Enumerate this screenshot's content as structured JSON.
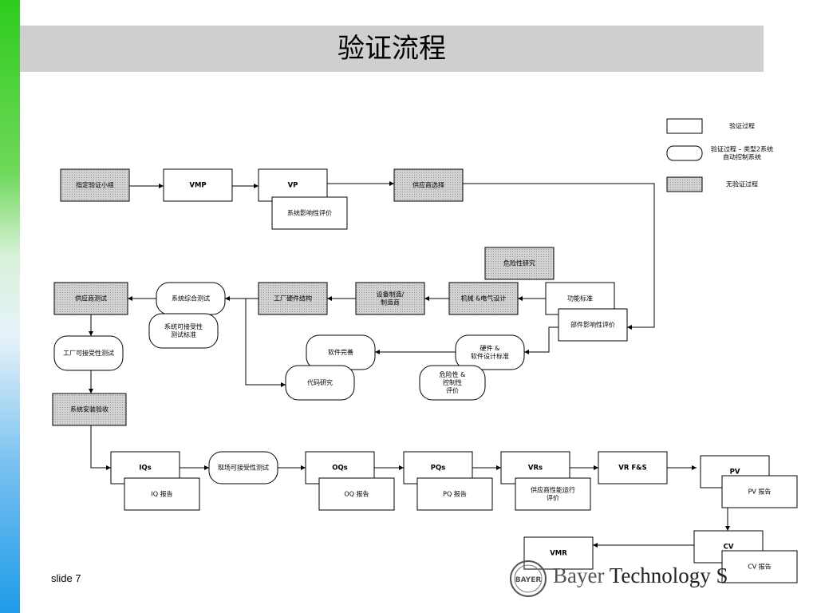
{
  "title": "验证流程",
  "slide_label": "slide 7",
  "brand": {
    "logo_text": "BAYER",
    "name_word1": "Bayer",
    "name_word2": "Technology S"
  },
  "legend": [
    {
      "label": "验证过程",
      "style": "rect"
    },
    {
      "label": "验证过程 – 类型2系统\n自动控制系统",
      "style": "rounded"
    },
    {
      "label": "无验证过程",
      "style": "shaded"
    }
  ],
  "nodes": [
    {
      "id": "n1",
      "label": "指定验证小组",
      "style": "shaded"
    },
    {
      "id": "n2",
      "label": "VMP",
      "style": "rect",
      "bold": true
    },
    {
      "id": "n3",
      "label": "VP",
      "style": "rect",
      "bold": true
    },
    {
      "id": "n4",
      "label": "系统影响性评价",
      "style": "rect"
    },
    {
      "id": "n5",
      "label": "供应商选择",
      "style": "shaded"
    },
    {
      "id": "n6",
      "label": "危险性研究",
      "style": "shaded"
    },
    {
      "id": "n7",
      "label": "功能标准",
      "style": "rect"
    },
    {
      "id": "n8",
      "label": "部件影响性评价",
      "style": "rect"
    },
    {
      "id": "n9",
      "label": "机械 &电气设计",
      "style": "shaded"
    },
    {
      "id": "n10",
      "label": "设备制造/\n制造商",
      "style": "shaded"
    },
    {
      "id": "n11",
      "label": "工厂硬件结构",
      "style": "shaded"
    },
    {
      "id": "n12",
      "label": "系统综合测试",
      "style": "rounded"
    },
    {
      "id": "n13",
      "label": "系统可接受性\n测试标准",
      "style": "rounded"
    },
    {
      "id": "n14",
      "label": "供应商测试",
      "style": "shaded"
    },
    {
      "id": "n15",
      "label": "工厂可接受性测试",
      "style": "rounded"
    },
    {
      "id": "n16",
      "label": "硬件 &\n软件设计标准",
      "style": "rounded"
    },
    {
      "id": "n17",
      "label": "危险性 &\n控制性\n评价",
      "style": "rounded"
    },
    {
      "id": "n18",
      "label": "软件完善",
      "style": "rounded"
    },
    {
      "id": "n19",
      "label": "代码研究",
      "style": "rounded"
    },
    {
      "id": "n20",
      "label": "系统安装验收",
      "style": "shaded"
    },
    {
      "id": "n21",
      "label": "IQs",
      "style": "rect",
      "bold": true
    },
    {
      "id": "n22",
      "label": "IQ 报告",
      "style": "rect"
    },
    {
      "id": "n23",
      "label": "现场可接受性测试",
      "style": "rounded"
    },
    {
      "id": "n24",
      "label": "OQs",
      "style": "rect",
      "bold": true
    },
    {
      "id": "n25",
      "label": "OQ 报告",
      "style": "rect"
    },
    {
      "id": "n26",
      "label": "PQs",
      "style": "rect",
      "bold": true
    },
    {
      "id": "n27",
      "label": "PQ 报告",
      "style": "rect"
    },
    {
      "id": "n28",
      "label": "VRs",
      "style": "rect",
      "bold": true
    },
    {
      "id": "n29",
      "label": "供应商性能运行\n评价",
      "style": "rect"
    },
    {
      "id": "n30",
      "label": "VR F&S",
      "style": "rect",
      "bold": true
    },
    {
      "id": "n31",
      "label": "PV",
      "style": "rect",
      "bold": true
    },
    {
      "id": "n32",
      "label": "PV 报告",
      "style": "rect"
    },
    {
      "id": "n33",
      "label": "CV",
      "style": "rect",
      "bold": true
    },
    {
      "id": "n34",
      "label": "CV 报告",
      "style": "rect"
    },
    {
      "id": "n35",
      "label": "VMR",
      "style": "rect",
      "bold": true
    }
  ]
}
